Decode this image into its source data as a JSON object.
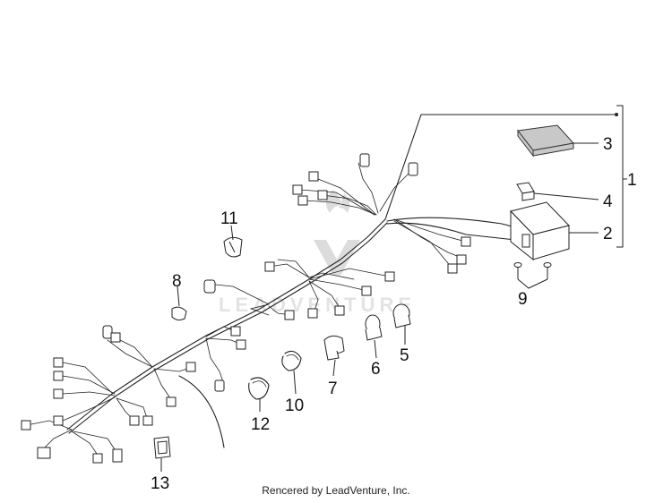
{
  "watermark": {
    "text": "LEADVENTURE"
  },
  "footer": {
    "credit": "Rencered by LeadVenture, Inc."
  },
  "callouts": [
    {
      "id": "1",
      "label": "1"
    },
    {
      "id": "2",
      "label": "2"
    },
    {
      "id": "3",
      "label": "3"
    },
    {
      "id": "4",
      "label": "4"
    },
    {
      "id": "5",
      "label": "5"
    },
    {
      "id": "6",
      "label": "6"
    },
    {
      "id": "7",
      "label": "7"
    },
    {
      "id": "8",
      "label": "8"
    },
    {
      "id": "9",
      "label": "9"
    },
    {
      "id": "10",
      "label": "10"
    },
    {
      "id": "11",
      "label": "11"
    },
    {
      "id": "12",
      "label": "12"
    },
    {
      "id": "13",
      "label": "13"
    }
  ],
  "colors": {
    "line": "#222222",
    "watermark": "#dcdcdc",
    "relay_fill": "#c8c8c8"
  }
}
